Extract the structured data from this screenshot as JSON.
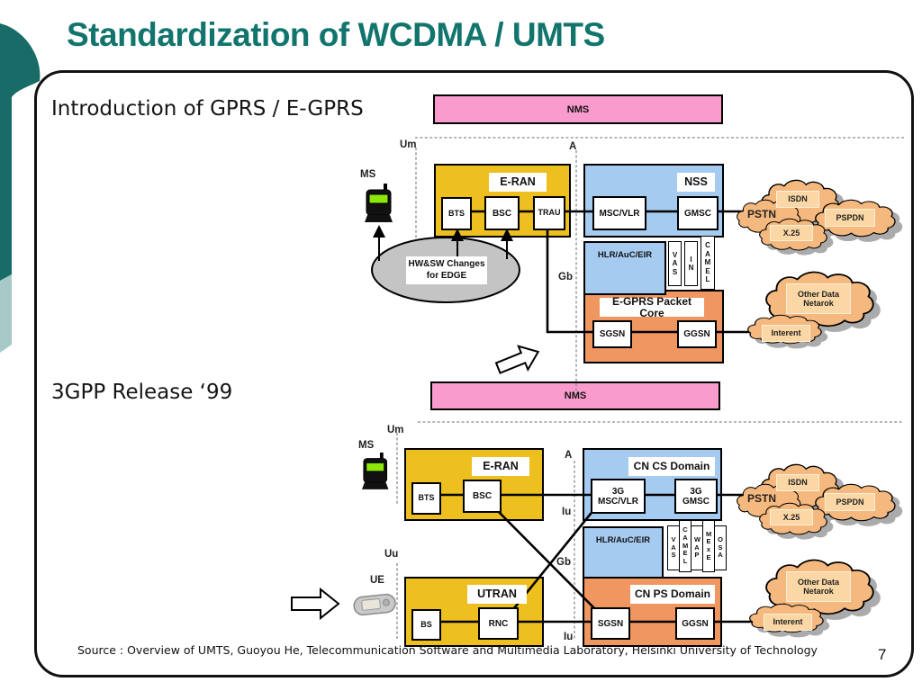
{
  "slide": {
    "title": "Standardization of WCDMA / UMTS",
    "page_number": "7",
    "source_line": "Source : Overview of UMTS, Guoyou He, Telecommunication Software and Multimedia Laboratory, Helsinki University of Technology",
    "colors": {
      "title_teal": "#12756D",
      "band_dark": "#186B66",
      "band_light": "#A7C9C7",
      "pink": "#F99BCD",
      "yellow": "#EDC01F",
      "blue": "#A6CBF0",
      "orange": "#F09660",
      "cloud": "#F5B87E",
      "cloud_chip": "#FBD7A6",
      "ellipse_gray": "#C4C4C4"
    }
  },
  "diagram_gprs": {
    "heading": "Introduction of GPRS / E-GPRS",
    "nms_label": "NMS",
    "ms_label": "MS",
    "interfaces": {
      "um": "Um",
      "a": "A",
      "gb": "Gb"
    },
    "eran": {
      "title": "E-RAN",
      "bts": "BTS",
      "bsc": "BSC",
      "trau": "TRAU"
    },
    "nss": {
      "title": "NSS",
      "msc_vlr": "MSC/VLR",
      "gmsc": "GMSC"
    },
    "hlr_label": "HLR/AuC/EIR",
    "services": {
      "s1": "VAS",
      "s2": "IN",
      "s3": "CAMEL"
    },
    "packet_core": {
      "title": "E-GPRS Packet Core",
      "sgsn": "SGSN",
      "ggsn": "GGSN"
    },
    "edge_note_line1": "HW&SW Changes",
    "edge_note_line2": "for EDGE",
    "clouds": {
      "isdn": "ISDN",
      "pstn": "PSTN",
      "pspdn": "PSPDN",
      "x25": "X.25",
      "other_data": "Other Data Netarok",
      "internet": "Interent"
    }
  },
  "diagram_r99": {
    "heading": "3GPP Release ‘99",
    "nms_label": "NMS",
    "ms_label": "MS",
    "ue_label": "UE",
    "interfaces": {
      "um": "Um",
      "a": "A",
      "iu_upper": "Iu",
      "gb": "Gb",
      "uu": "Uu",
      "iu_lower": "Iu"
    },
    "eran": {
      "title": "E-RAN",
      "bts": "BTS",
      "bsc": "BSC"
    },
    "cn_cs": {
      "title": "CN CS Domain",
      "msc_vlr": "3G MSC/VLR",
      "gmsc": "3G GMSC"
    },
    "hlr_label": "HLR/AuC/EIR",
    "services": {
      "s1": "VAS",
      "s2": "CAMEL",
      "s3": "WAP",
      "s4": "MExE",
      "s5": "OSA"
    },
    "utran": {
      "title": "UTRAN",
      "bs": "BS",
      "rnc": "RNC"
    },
    "cn_ps": {
      "title": "CN PS Domain",
      "sgsn": "SGSN",
      "ggsn": "GGSN"
    },
    "clouds": {
      "isdn": "ISDN",
      "pstn": "PSTN",
      "pspdn": "PSPDN",
      "x25": "X.25",
      "other_data": "Other Data Netarok",
      "internet": "Interent"
    }
  }
}
